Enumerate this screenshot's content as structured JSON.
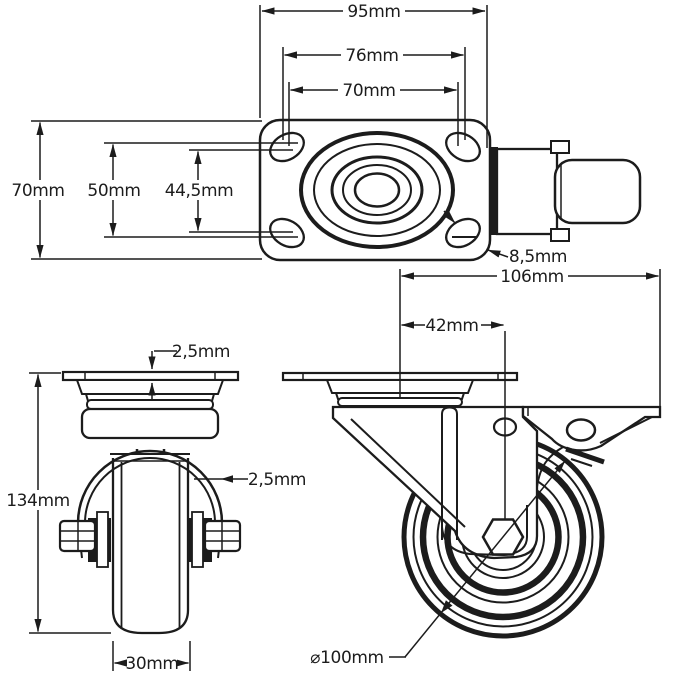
{
  "drawing": {
    "type": "technical-dimension-drawing",
    "subject": "swivel-caster-with-brake",
    "background_color": "#ffffff",
    "line_color": "#1c1c1c",
    "views": [
      "top-view-mounting-plate",
      "front-view-caster",
      "side-view-caster-with-brake"
    ],
    "units": "mm"
  },
  "labels": {
    "plate_width": "95mm",
    "bolt_spacing_76": "76mm",
    "bolt_spacing_70": "70mm",
    "plate_depth": "70mm",
    "bolt_spacing_50": "50mm",
    "bolt_spacing_44_5": "44,5mm",
    "hole_diameter": "8,5mm",
    "plate_thickness": "2,5mm",
    "fork_thickness": "2,5mm",
    "total_height": "134mm",
    "wheel_width": "30mm",
    "total_length": "106mm",
    "swivel_offset": "42mm",
    "wheel_diameter": "⌀100mm"
  }
}
